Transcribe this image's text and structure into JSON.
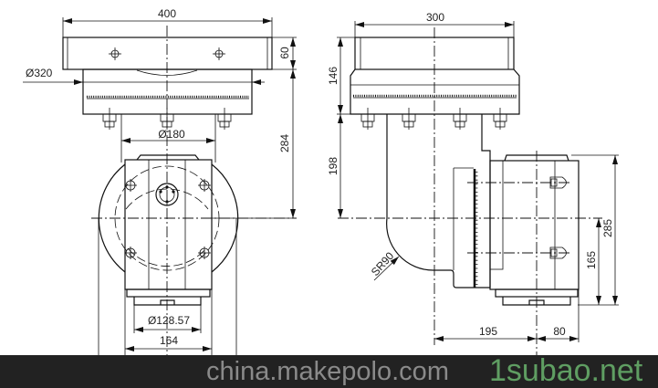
{
  "drawing": {
    "front_view": {
      "width": "400",
      "plate_height": "60",
      "ring_diameter": "Ø320",
      "shaft_diameter": "Ø180",
      "height_to_axis": "284",
      "bottom_diameter": "Ø128.57",
      "body_width": "164"
    },
    "side_view": {
      "width": "300",
      "upper_height": "146",
      "axis_height": "198",
      "sphere_radius": "SR90",
      "overall_height": "285",
      "axis_to_bottom": "165",
      "offset_axis": "195",
      "offset_side": "80"
    }
  },
  "watermarks": {
    "primary": "1subao.net",
    "secondary": "china.makepolo.com"
  }
}
